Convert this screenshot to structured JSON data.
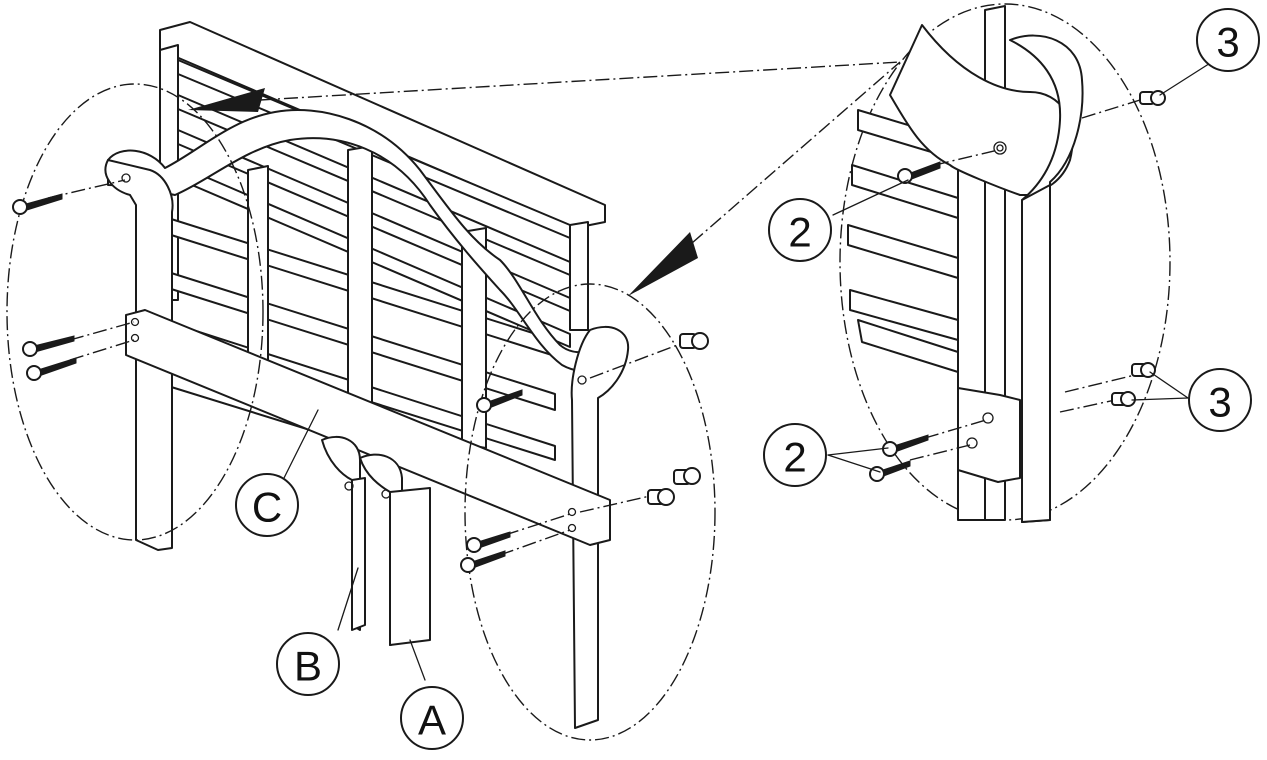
{
  "callouts": {
    "c": "C",
    "b": "B",
    "a": "A",
    "detail_2_top": "2",
    "detail_2_bottom": "2",
    "detail_3_top": "3",
    "detail_3_bottom": "3"
  },
  "colors": {
    "line": "#1a1a1a",
    "background": "#ffffff",
    "arrow_fill": "#1a1a1a"
  },
  "icons": [
    "screw-icon",
    "barrel-nut-icon",
    "direction-arrow-icon"
  ]
}
